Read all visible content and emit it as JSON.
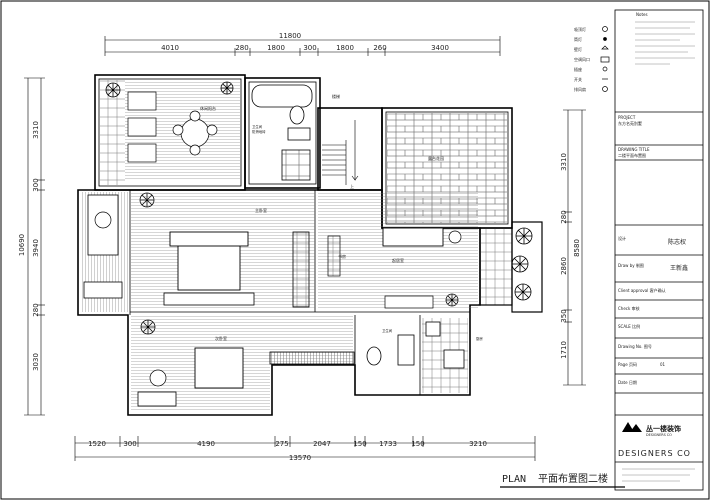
{
  "dimensions": {
    "top_total": "11800",
    "top": [
      "4010",
      "280",
      "1800",
      "300",
      "1800",
      "260",
      "3400"
    ],
    "bottom_total": "13570",
    "bottom": [
      "1520",
      "300",
      "4190",
      "275",
      "2047",
      "150",
      "1733",
      "150",
      "3210"
    ],
    "left_total": "10690",
    "left": [
      "3310",
      "300",
      "3940",
      "280",
      "3030"
    ],
    "right_total": "8580",
    "right": [
      "3310",
      "280",
      "2860",
      "350",
      "1710"
    ]
  },
  "legend": {
    "header": "Notes",
    "items": [
      "吸顶灯",
      "筒灯",
      "壁灯",
      "空调风口",
      "插座",
      "开关",
      "排风扇"
    ]
  },
  "title_block": {
    "project_label": "PROJECT",
    "project_value": "东方名苑别墅",
    "drawing_title_label": "DRAWING TITLE",
    "drawing_title_value": "二楼平面布置图",
    "designer_label": "设计",
    "designer_sign": "陈志权",
    "drawn_label": "Draw by 制图",
    "drawn_sign": "王新鑫",
    "client_label": "Client approval 客户确认",
    "check_label": "Check 审核",
    "scale_label": "SCALE 比例",
    "drawing_no_label": "Drawing No. 图号",
    "page_label": "Page 页码",
    "page_value": "01",
    "date_label": "Date 日期",
    "company_name": "丛一楼装饰",
    "company_sub": "DESIGNERS CO",
    "company_line": "DESIGNERS CO"
  },
  "plan_title": {
    "en": "PLAN",
    "cn": "平面布置图二楼"
  },
  "rooms": {
    "lounge": "休闲阳台",
    "bath": "卫生间",
    "wc_note": "防滑地砖",
    "garden": "露台花园",
    "master": "主卧室",
    "study": "书房",
    "living": "起居室",
    "bedroom2": "次卧室",
    "wc2": "卫生间",
    "kitchen": "厨房",
    "stair": "楼梯",
    "up": "上"
  }
}
